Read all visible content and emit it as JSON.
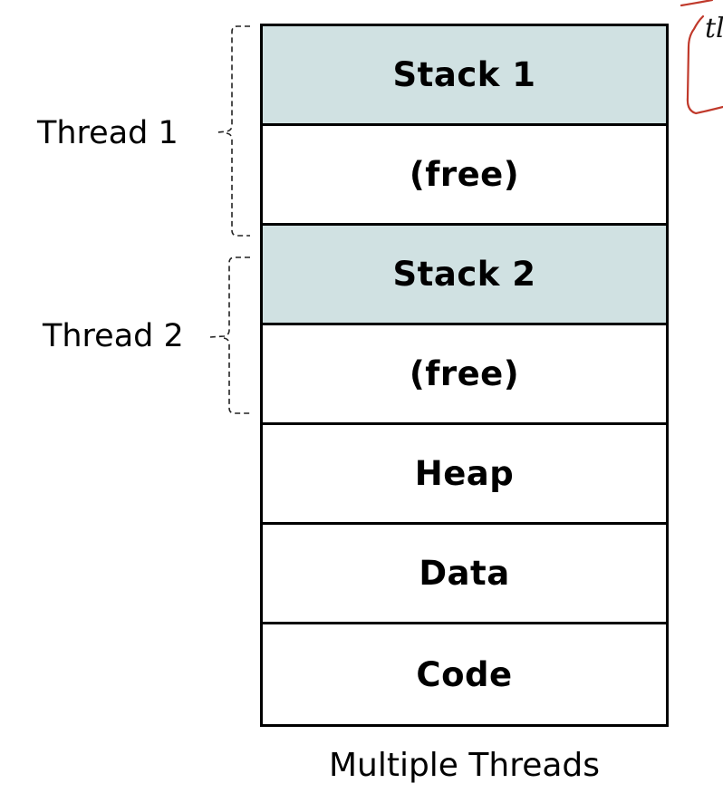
{
  "colors": {
    "stack": "#d0e1e2",
    "annotation": "#c0392b",
    "bracket": "#222222"
  },
  "segments": [
    {
      "label": "Stack 1",
      "kind": "stack"
    },
    {
      "label": "(free)",
      "kind": "free"
    },
    {
      "label": "Stack 2",
      "kind": "stack"
    },
    {
      "label": "(free)",
      "kind": "free"
    },
    {
      "label": "Heap",
      "kind": "heap"
    },
    {
      "label": "Data",
      "kind": "data"
    },
    {
      "label": "Code",
      "kind": "code"
    }
  ],
  "threads": [
    {
      "label": "Thread 1"
    },
    {
      "label": "Thread 2"
    }
  ],
  "caption": "Multiple Threads",
  "annotation": {
    "text": "tl"
  }
}
